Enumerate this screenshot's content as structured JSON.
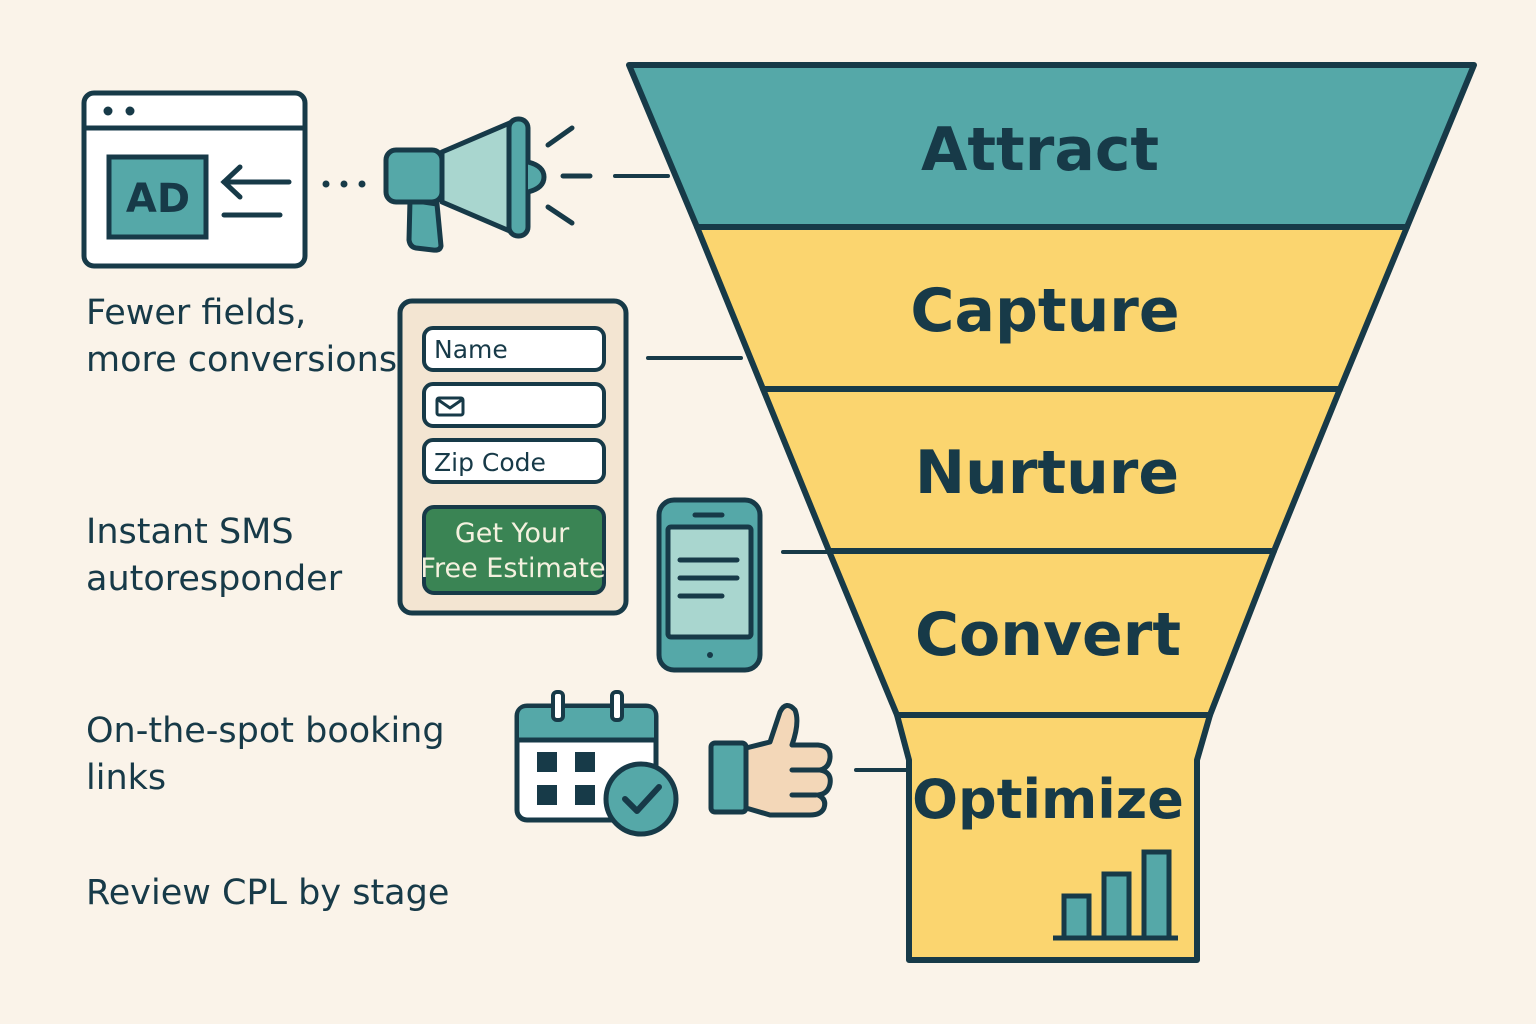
{
  "funnel": {
    "stages": [
      {
        "label": "Attract",
        "color": "#55a8a8"
      },
      {
        "label": "Capture",
        "color": "#fbd56f"
      },
      {
        "label": "Nurture",
        "color": "#fbd56f"
      },
      {
        "label": "Convert",
        "color": "#fbd56f"
      },
      {
        "label": "Optimize",
        "color": "#fbd56f"
      }
    ]
  },
  "notes": {
    "capture": "Fewer fields,\nmore conversions",
    "nurture": "Instant SMS\nautoresponder",
    "convert": "On-the-spot booking\nlinks",
    "optimize": "Review CPL by stage"
  },
  "ad_badge": "AD",
  "form": {
    "name_placeholder": "Name",
    "zip_placeholder": "Zip Code",
    "submit_line1": "Get Your",
    "submit_line2": "Free Estimate"
  },
  "icons": {
    "browser_ad": "browser-ad-icon",
    "megaphone": "megaphone-icon",
    "envelope": "envelope-icon",
    "phone": "phone-icon",
    "calendar": "calendar-check-icon",
    "thumbs_up": "thumbs-up-icon",
    "bar_chart": "bar-chart-icon"
  },
  "colors": {
    "background": "#faf3e9",
    "outline": "#173a48",
    "teal": "#55a8a8",
    "light_teal": "#a9d6cf",
    "yellow": "#fbd56f",
    "green_button": "#3a8454"
  }
}
